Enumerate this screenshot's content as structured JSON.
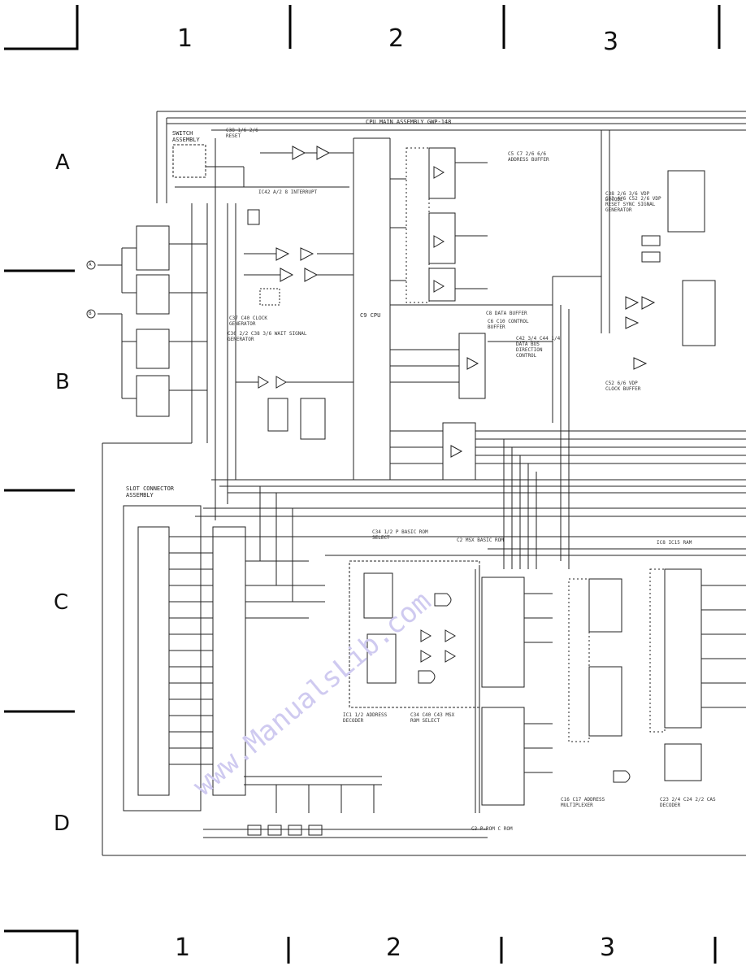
{
  "frame": {
    "columns_top": [
      "1",
      "2",
      "3"
    ],
    "columns_bottom": [
      "1",
      "2",
      "3"
    ],
    "rows": [
      "A",
      "B",
      "C",
      "D"
    ]
  },
  "title": "CPU MAIN ASSEMBLY  GWP-148",
  "connectors": {
    "a": "A",
    "b": "B"
  },
  "blocks": {
    "switch": "SWITCH ASSEMBLY",
    "reset_ic": "C38 1/6 2/6 RESET",
    "interrupt": "IC42 A/2 8 INTERRUPT",
    "clock_gen": "C37 C40 CLOCK GENERATOR",
    "wait_gen": "C36 2/2 C38 3/6 WAIT SIGNAL GENERATOR",
    "cpu": "C9 CPU",
    "address_buffer": "C5 C7 2/6 6/6 ADDRESS BUFFER",
    "data_buffer": "C8 DATA BUFFER",
    "control_buffer": "C6 C10 CONTROL BUFFER",
    "data_bus_control": "C42 3/4 C44 1/4 DATA BUS DIRECTION CONTROL",
    "vdp_decode": "C38 2/6 3/6 VDP DECODE",
    "vdp_reset": "C53 4/6 C52 2/6 VDP RESET SYNC SIGNAL GENERATOR",
    "vdp_clock": "C52 6/6 VDP CLOCK BUFFER",
    "slot": "SLOT CONNECTOR ASSEMBLY",
    "basic_rom": "C34 1/2 P BASIC ROM SELECT",
    "msx_rom": "C2 MSX BASIC ROM",
    "address_decoder": "IC1 1/2 ADDRESS DECODER",
    "msx_rom_select": "C34 C40 C43 MSX ROM SELECT",
    "mem_select": "C3 P-ROM C ROM",
    "address_mux": "C16 C17 ADDRESS MULTIPLEXER",
    "cas_decoder": "C23 2/4 C24 2/2 CAS DECODER",
    "ram": "IC8 IC15 RAM"
  }
}
